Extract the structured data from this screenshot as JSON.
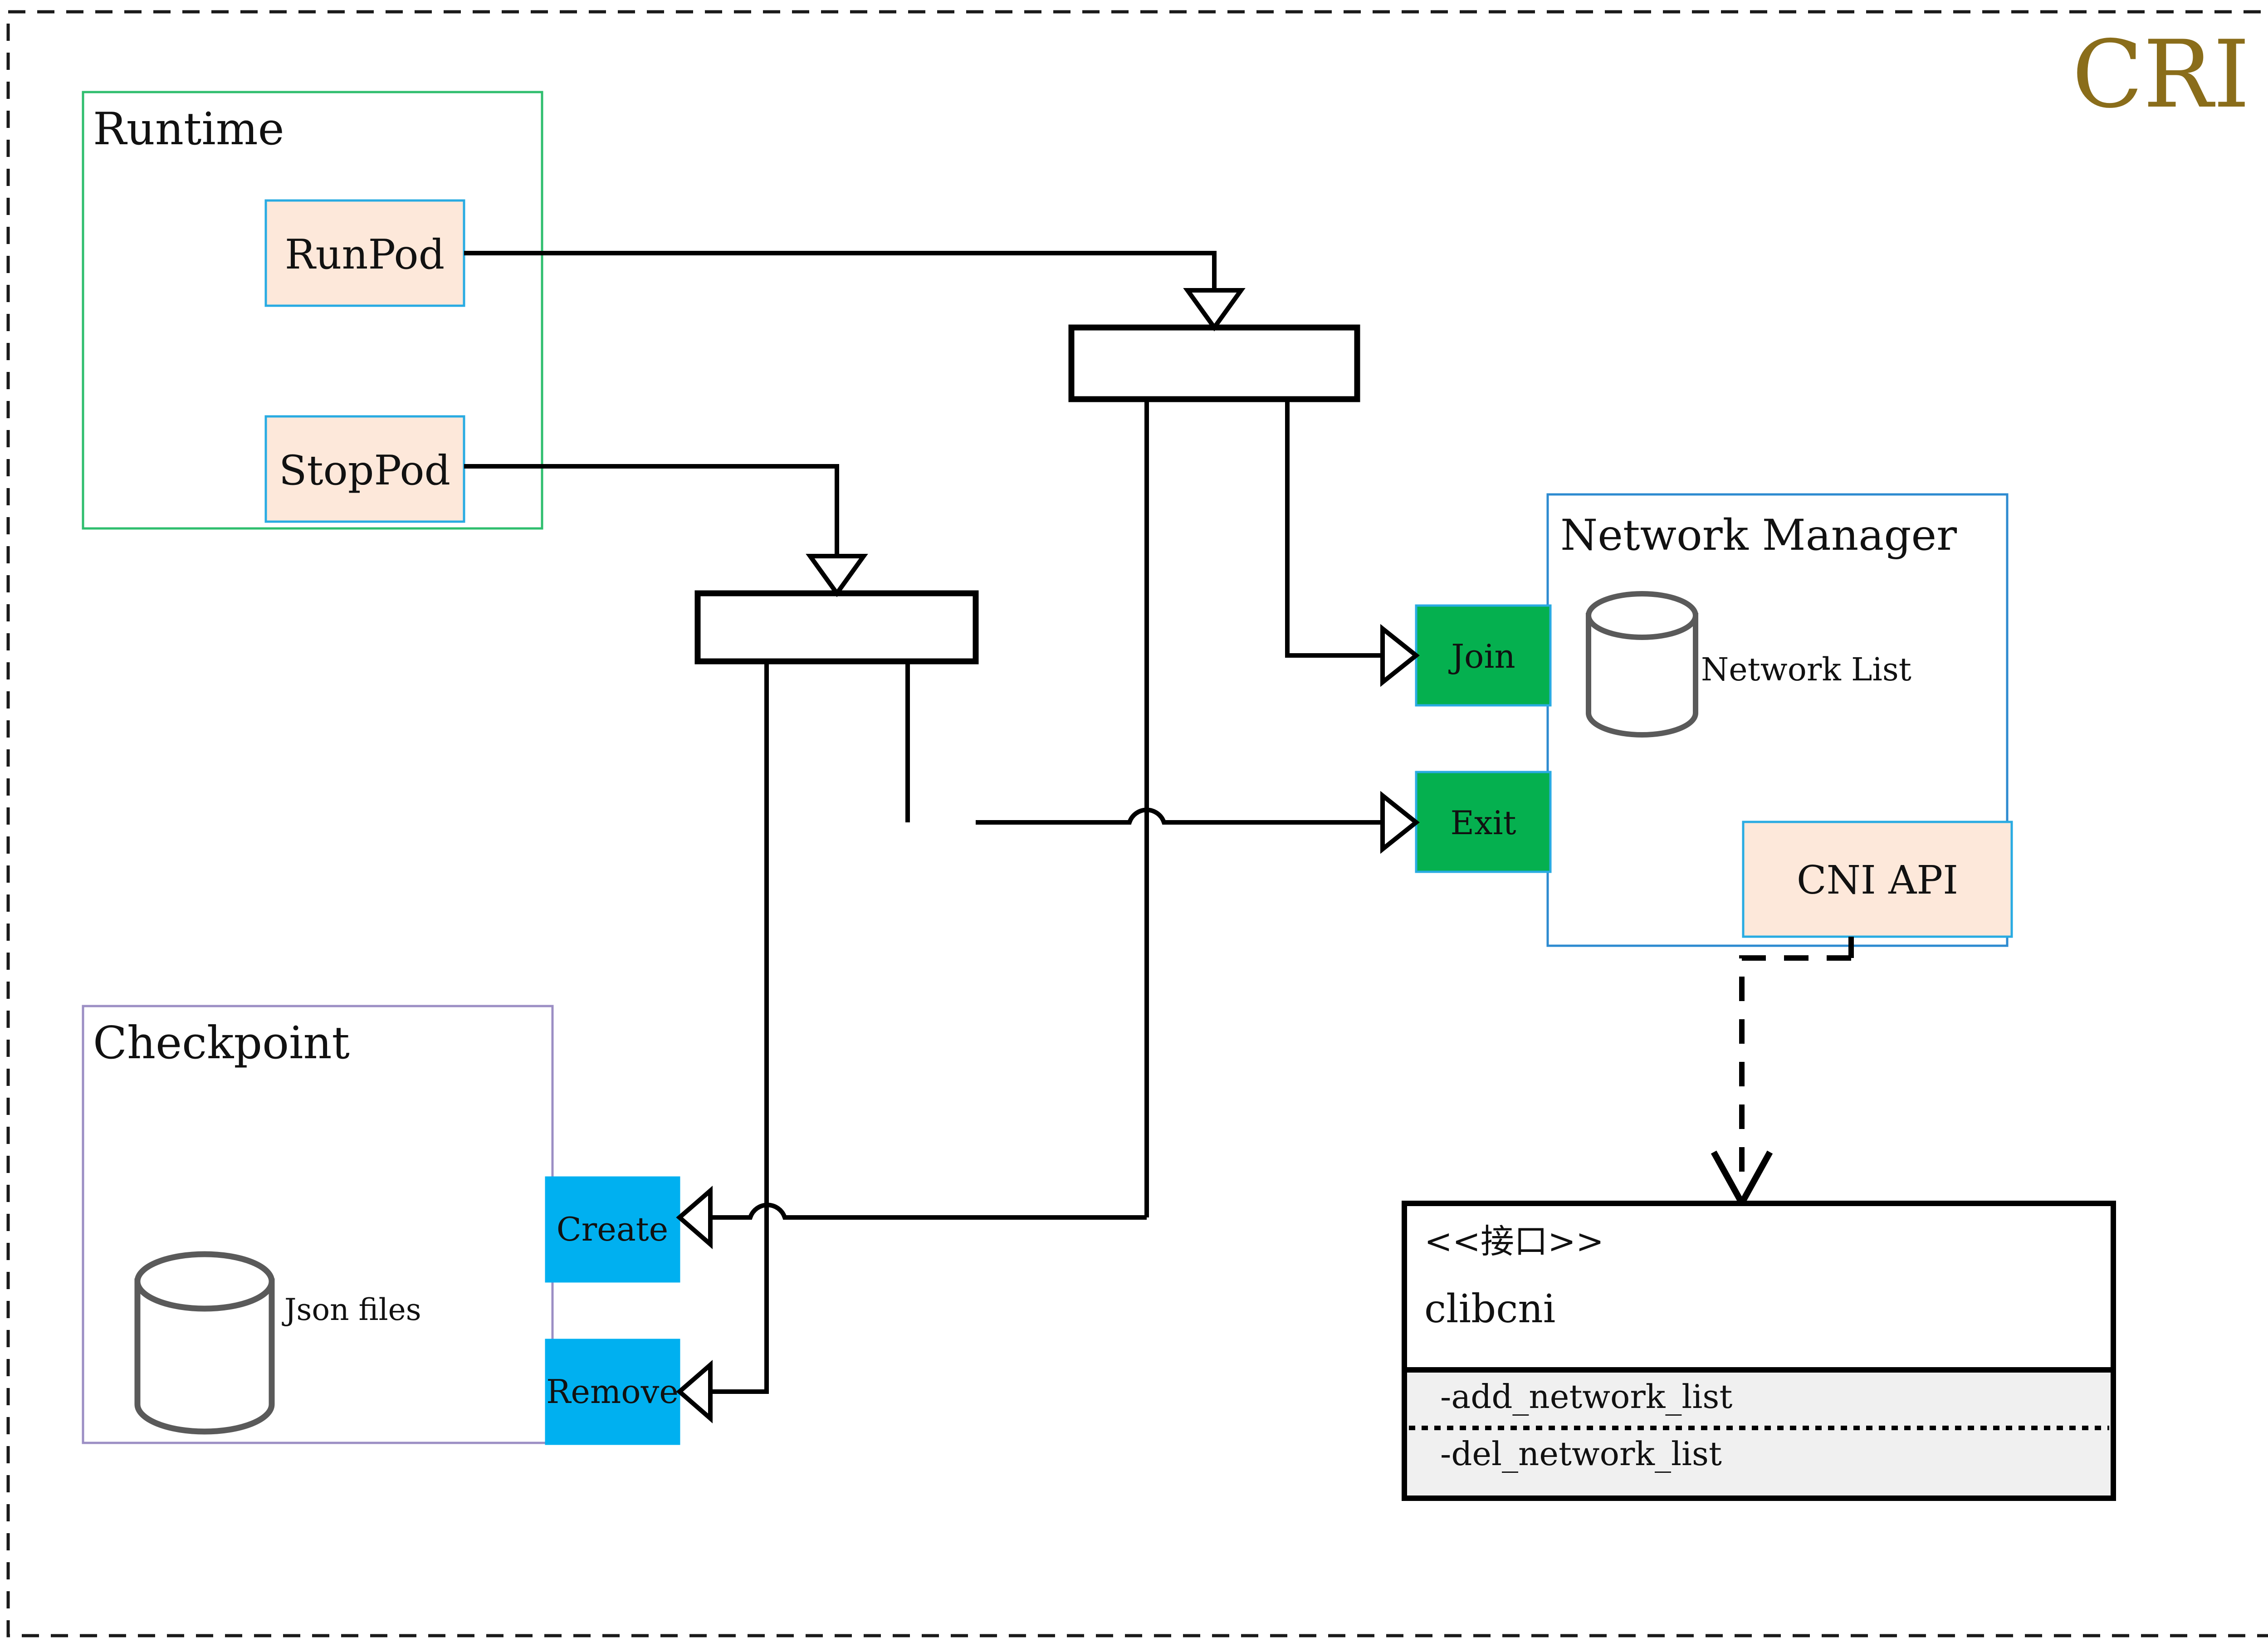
{
  "title": {
    "label": "CRI",
    "color": "#8a6d1a"
  },
  "outer_frame": {
    "style": "dashed",
    "color": "#1a1a1a"
  },
  "groups": [
    {
      "id": "runtime",
      "label": "Runtime",
      "border_color": "#2fbe6e",
      "fill": "#ffffff"
    },
    {
      "id": "checkpoint",
      "label": "Checkpoint",
      "border_color": "#9b8ec4",
      "fill": "#ffffff",
      "store_label": "Json files"
    },
    {
      "id": "network-manager",
      "label": "Network Manager",
      "border_color": "#2e8bd0",
      "fill": "#ffffff",
      "store_label": "Network List"
    }
  ],
  "operations": [
    {
      "id": "runpod",
      "label": "RunPod",
      "fill": "#fde8da",
      "border": "#29abe2",
      "group": "runtime"
    },
    {
      "id": "stoppod",
      "label": "StopPod",
      "fill": "#fde8da",
      "border": "#29abe2",
      "group": "runtime"
    },
    {
      "id": "cni-api",
      "label": "CNI API",
      "fill": "#fde8da",
      "border": "#29abe2",
      "group": "network-manager"
    }
  ],
  "network_actions": [
    {
      "id": "join",
      "label": "Join",
      "fill": "#05b04f",
      "border": "#29abe2"
    },
    {
      "id": "exit",
      "label": "Exit",
      "fill": "#05b04f",
      "border": "#29abe2"
    }
  ],
  "checkpoint_actions": [
    {
      "id": "create",
      "label": "Create",
      "fill": "#00b0f0",
      "border": "#00b0f0"
    },
    {
      "id": "remove",
      "label": "Remove",
      "fill": "#00b0f0",
      "border": "#00b0f0"
    }
  ],
  "fork_bars": [
    {
      "id": "fork-top",
      "note": "synchronization bar fed by RunPod"
    },
    {
      "id": "fork-bottom",
      "note": "synchronization bar fed by StopPod"
    }
  ],
  "interface_box": {
    "stereotype": "<<接口>>",
    "name": "clibcni",
    "methods": [
      "-add_network_list",
      "-del_network_list"
    ],
    "header_fill": "#ffffff",
    "methods_fill": "#f0f0f0",
    "border": "#000000",
    "divider_style": "dotted"
  },
  "connector_legend": {
    "solid_arrow": "hollow triangle head",
    "dashed_arrow": "open V head (dependency)",
    "line_hop": "arc jump where lines cross"
  }
}
